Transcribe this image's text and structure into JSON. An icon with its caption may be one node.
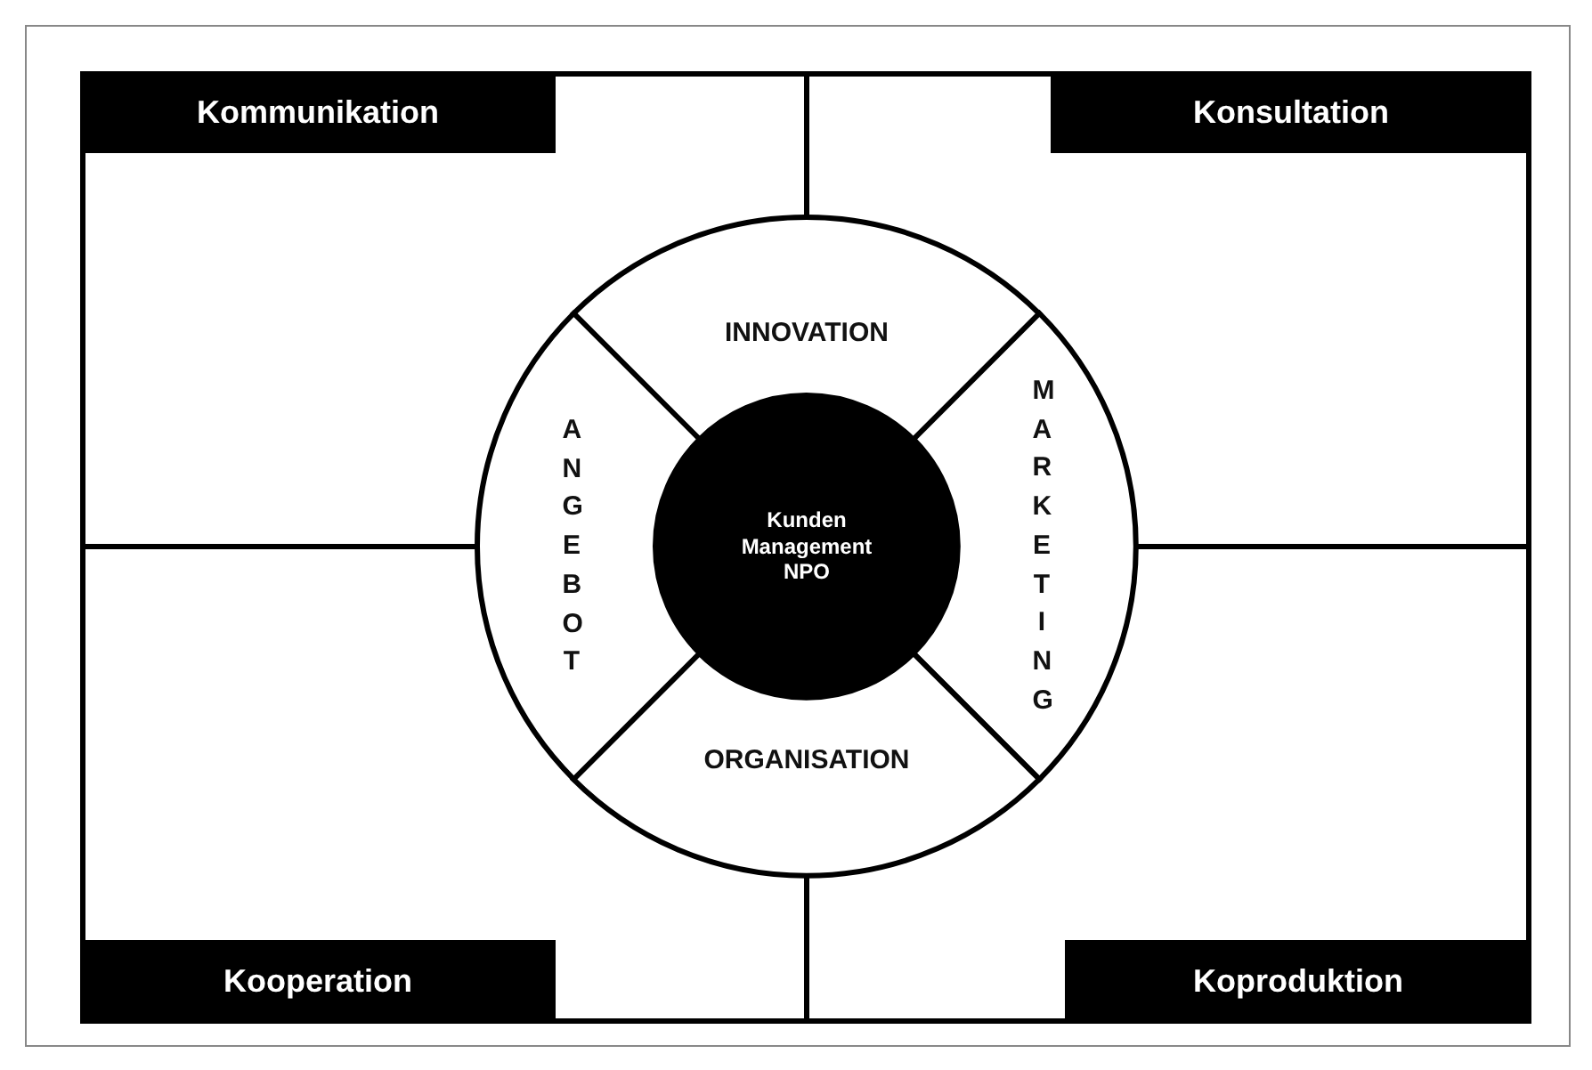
{
  "diagram": {
    "nodes": [
      {
        "text": [
          "Kommunikation"
        ]
      },
      {
        "text": [
          "Konsultation"
        ]
      },
      {
        "text": [
          "Kooperation"
        ]
      },
      {
        "text": [
          "Koproduktion"
        ]
      },
      {
        "text": [
          "INNOVATION"
        ]
      },
      {
        "text": [
          "MARKETING"
        ]
      },
      {
        "text": [
          "ORGANISATION"
        ]
      },
      {
        "text": [
          "ANGEBOT"
        ]
      },
      {
        "text": [
          "Kunden Management NPO"
        ]
      }
    ]
  }
}
